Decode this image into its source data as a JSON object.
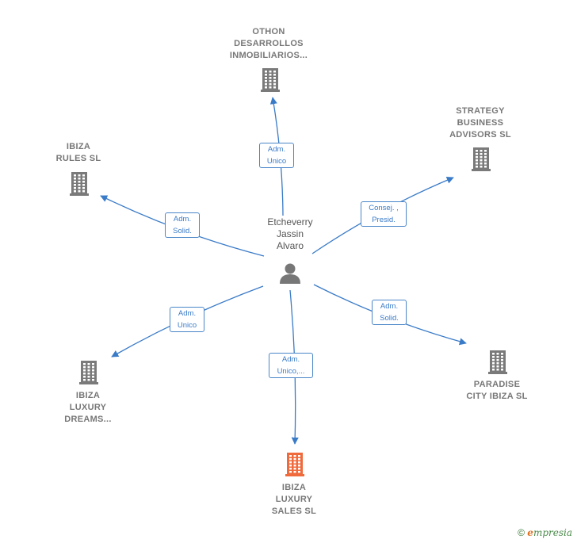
{
  "colors": {
    "edge": "#3a7bc8",
    "building": "#7a7a7a",
    "building_highlight": "#f06a3c",
    "person": "#777777"
  },
  "center": {
    "label": "Etcheverry\nJassin\nAlvaro",
    "icon": "person-icon"
  },
  "nodes": [
    {
      "id": "othon",
      "label": "OTHON\nDESARROLLOS\nINMOBILIARIOS...",
      "icon": "building-icon"
    },
    {
      "id": "strategy",
      "label": "STRATEGY\nBUSINESS\nADVISORS SL",
      "icon": "building-icon"
    },
    {
      "id": "ibiza-rules",
      "label": "IBIZA\nRULES SL",
      "icon": "building-icon"
    },
    {
      "id": "paradise",
      "label": "PARADISE\nCITY IBIZA SL",
      "icon": "building-icon"
    },
    {
      "id": "ibiza-dreams",
      "label": "IBIZA\nLUXURY\nDREAMS...",
      "icon": "building-icon"
    },
    {
      "id": "ibiza-sales",
      "label": "IBIZA\nLUXURY\nSALES SL",
      "icon": "building-icon",
      "highlight": true
    }
  ],
  "edges": [
    {
      "to": "othon",
      "label": "Adm.\nUnico"
    },
    {
      "to": "strategy",
      "label": "Consej. ,\nPresid."
    },
    {
      "to": "ibiza-rules",
      "label": "Adm.\nSolid."
    },
    {
      "to": "paradise",
      "label": "Adm.\nSolid."
    },
    {
      "to": "ibiza-dreams",
      "label": "Adm.\nUnico"
    },
    {
      "to": "ibiza-sales",
      "label": "Adm.\nUnico,..."
    }
  ],
  "watermark": {
    "copyright": "©",
    "brand_e": "e",
    "brand_rest": "mpresia"
  }
}
